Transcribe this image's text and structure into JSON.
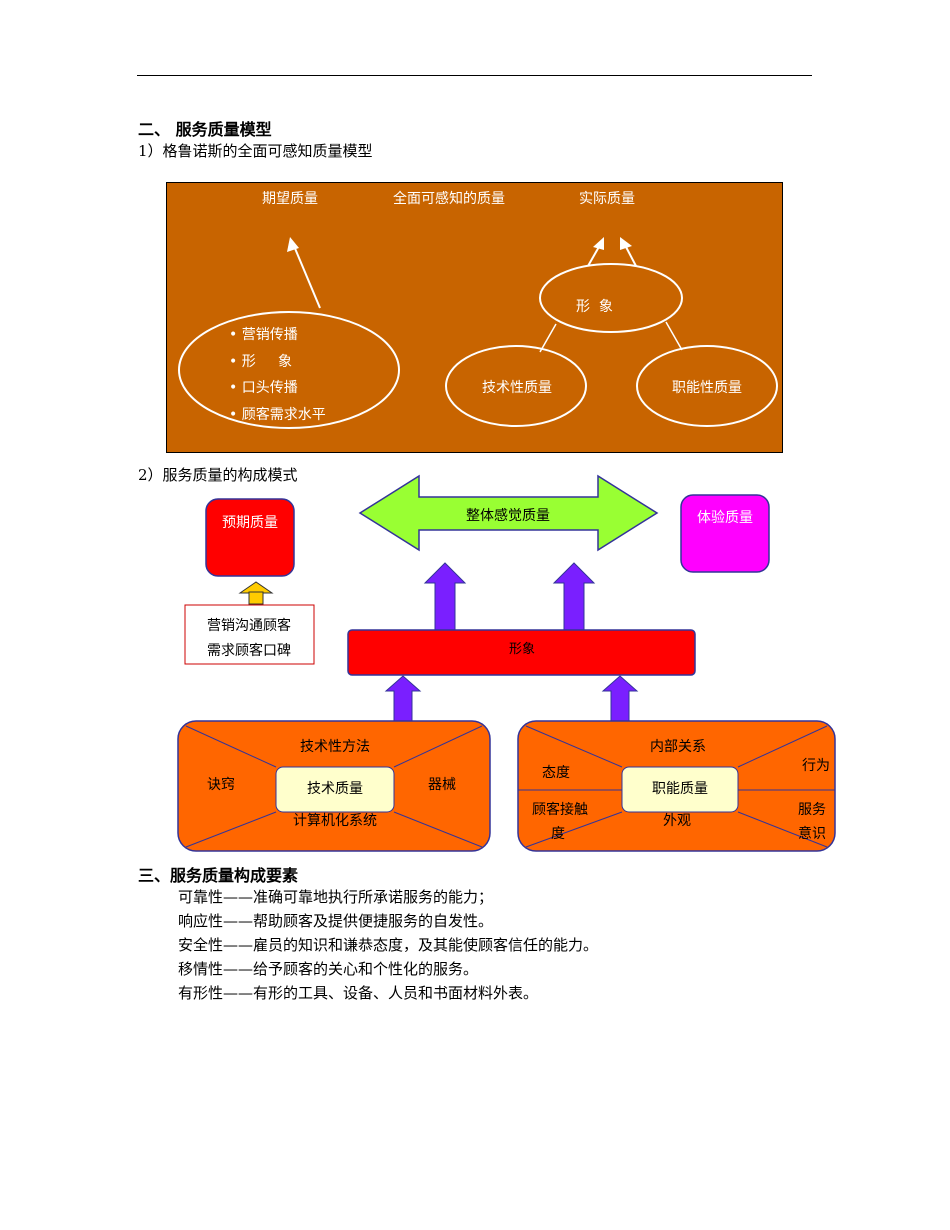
{
  "section2": {
    "title": "二、 服务质量模型",
    "sub1": "1）格鲁诺斯的全面可感知质量模型",
    "sub2": "2）服务质量的构成模式"
  },
  "diagram1": {
    "expected": "期望质量",
    "total": "全面可感知的质量",
    "actual": "实际质量",
    "image": "形  象",
    "bullets": [
      "• 营销传播",
      "• 形     象",
      "• 口头传播",
      "• 顾客需求水平"
    ],
    "technical": "技术性质量",
    "functional": "职能性质量"
  },
  "diagram2": {
    "expected": "预期质量",
    "overall": "整体感觉质量",
    "experience": "体验质量",
    "marketing_line1": "营销沟通顾客",
    "marketing_line2": "需求顾客口碑",
    "image": "形象",
    "tech_method": "技术性方法",
    "knack": "诀窍",
    "tech_quality": "技术质量",
    "equipment": "器械",
    "computer": "计算机化系统",
    "internal": "内部关系",
    "attitude": "态度",
    "behavior": "行为",
    "func_quality": "职能质量",
    "contact": "顾客接触",
    "degree": "度",
    "appearance": "外观",
    "service": "服务",
    "awareness": "意识"
  },
  "section3": {
    "title": "三、服务质量构成要素",
    "items": [
      "可靠性——准确可靠地执行所承诺服务的能力；",
      "响应性——帮助顾客及提供便捷服务的自发性。",
      "安全性——雇员的知识和谦恭态度，及其能使顾客信任的能力。",
      "移情性——给予顾客的关心和个性化的服务。",
      "有形性——有形的工具、设备、人员和书面材料外表。"
    ]
  },
  "colors": {
    "brown": "#C86400",
    "orange": "#FF6600",
    "red": "#FF0000",
    "green": "#99FF33",
    "magenta": "#FF00FF",
    "purple": "#7A1FFF",
    "cream": "#FFFFCC",
    "yellow": "#FFCC00"
  }
}
